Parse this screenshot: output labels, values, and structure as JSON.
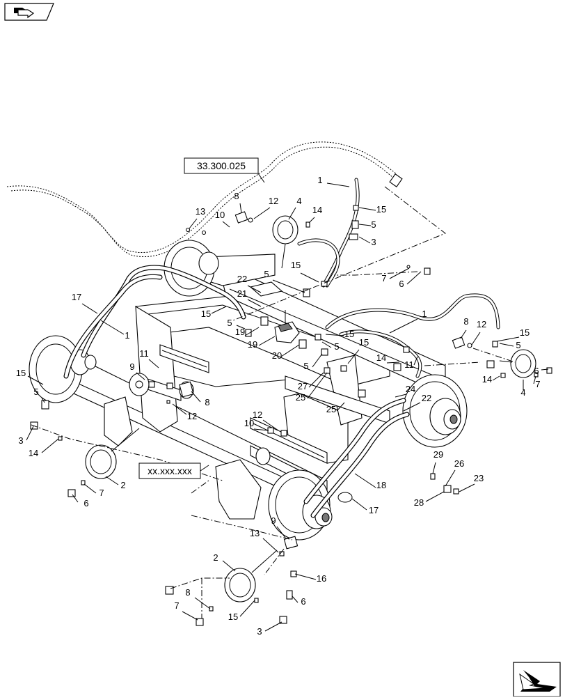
{
  "nav": {
    "top_icon": "part-catalog-arrow-icon",
    "bottom_icon": "view-direction-arrow-icon"
  },
  "references": {
    "ref_a": "33.300.025",
    "ref_b": "xx.xxx.xxx"
  },
  "callouts": [
    "1",
    "1",
    "1",
    "2",
    "2",
    "3",
    "3",
    "3",
    "4",
    "4",
    "5",
    "5",
    "5",
    "5",
    "5",
    "5",
    "5",
    "6",
    "6",
    "6",
    "6",
    "7",
    "7",
    "7",
    "7",
    "8",
    "8",
    "8",
    "8",
    "9",
    "9",
    "10",
    "10",
    "11",
    "11",
    "12",
    "12",
    "12",
    "12",
    "13",
    "13",
    "14",
    "14",
    "14",
    "14",
    "15",
    "15",
    "15",
    "15",
    "15",
    "15",
    "15",
    "15",
    "16",
    "17",
    "17",
    "18",
    "19",
    "19",
    "20",
    "21",
    "22",
    "22",
    "23",
    "24",
    "25",
    "25",
    "26",
    "27",
    "28",
    "29"
  ]
}
